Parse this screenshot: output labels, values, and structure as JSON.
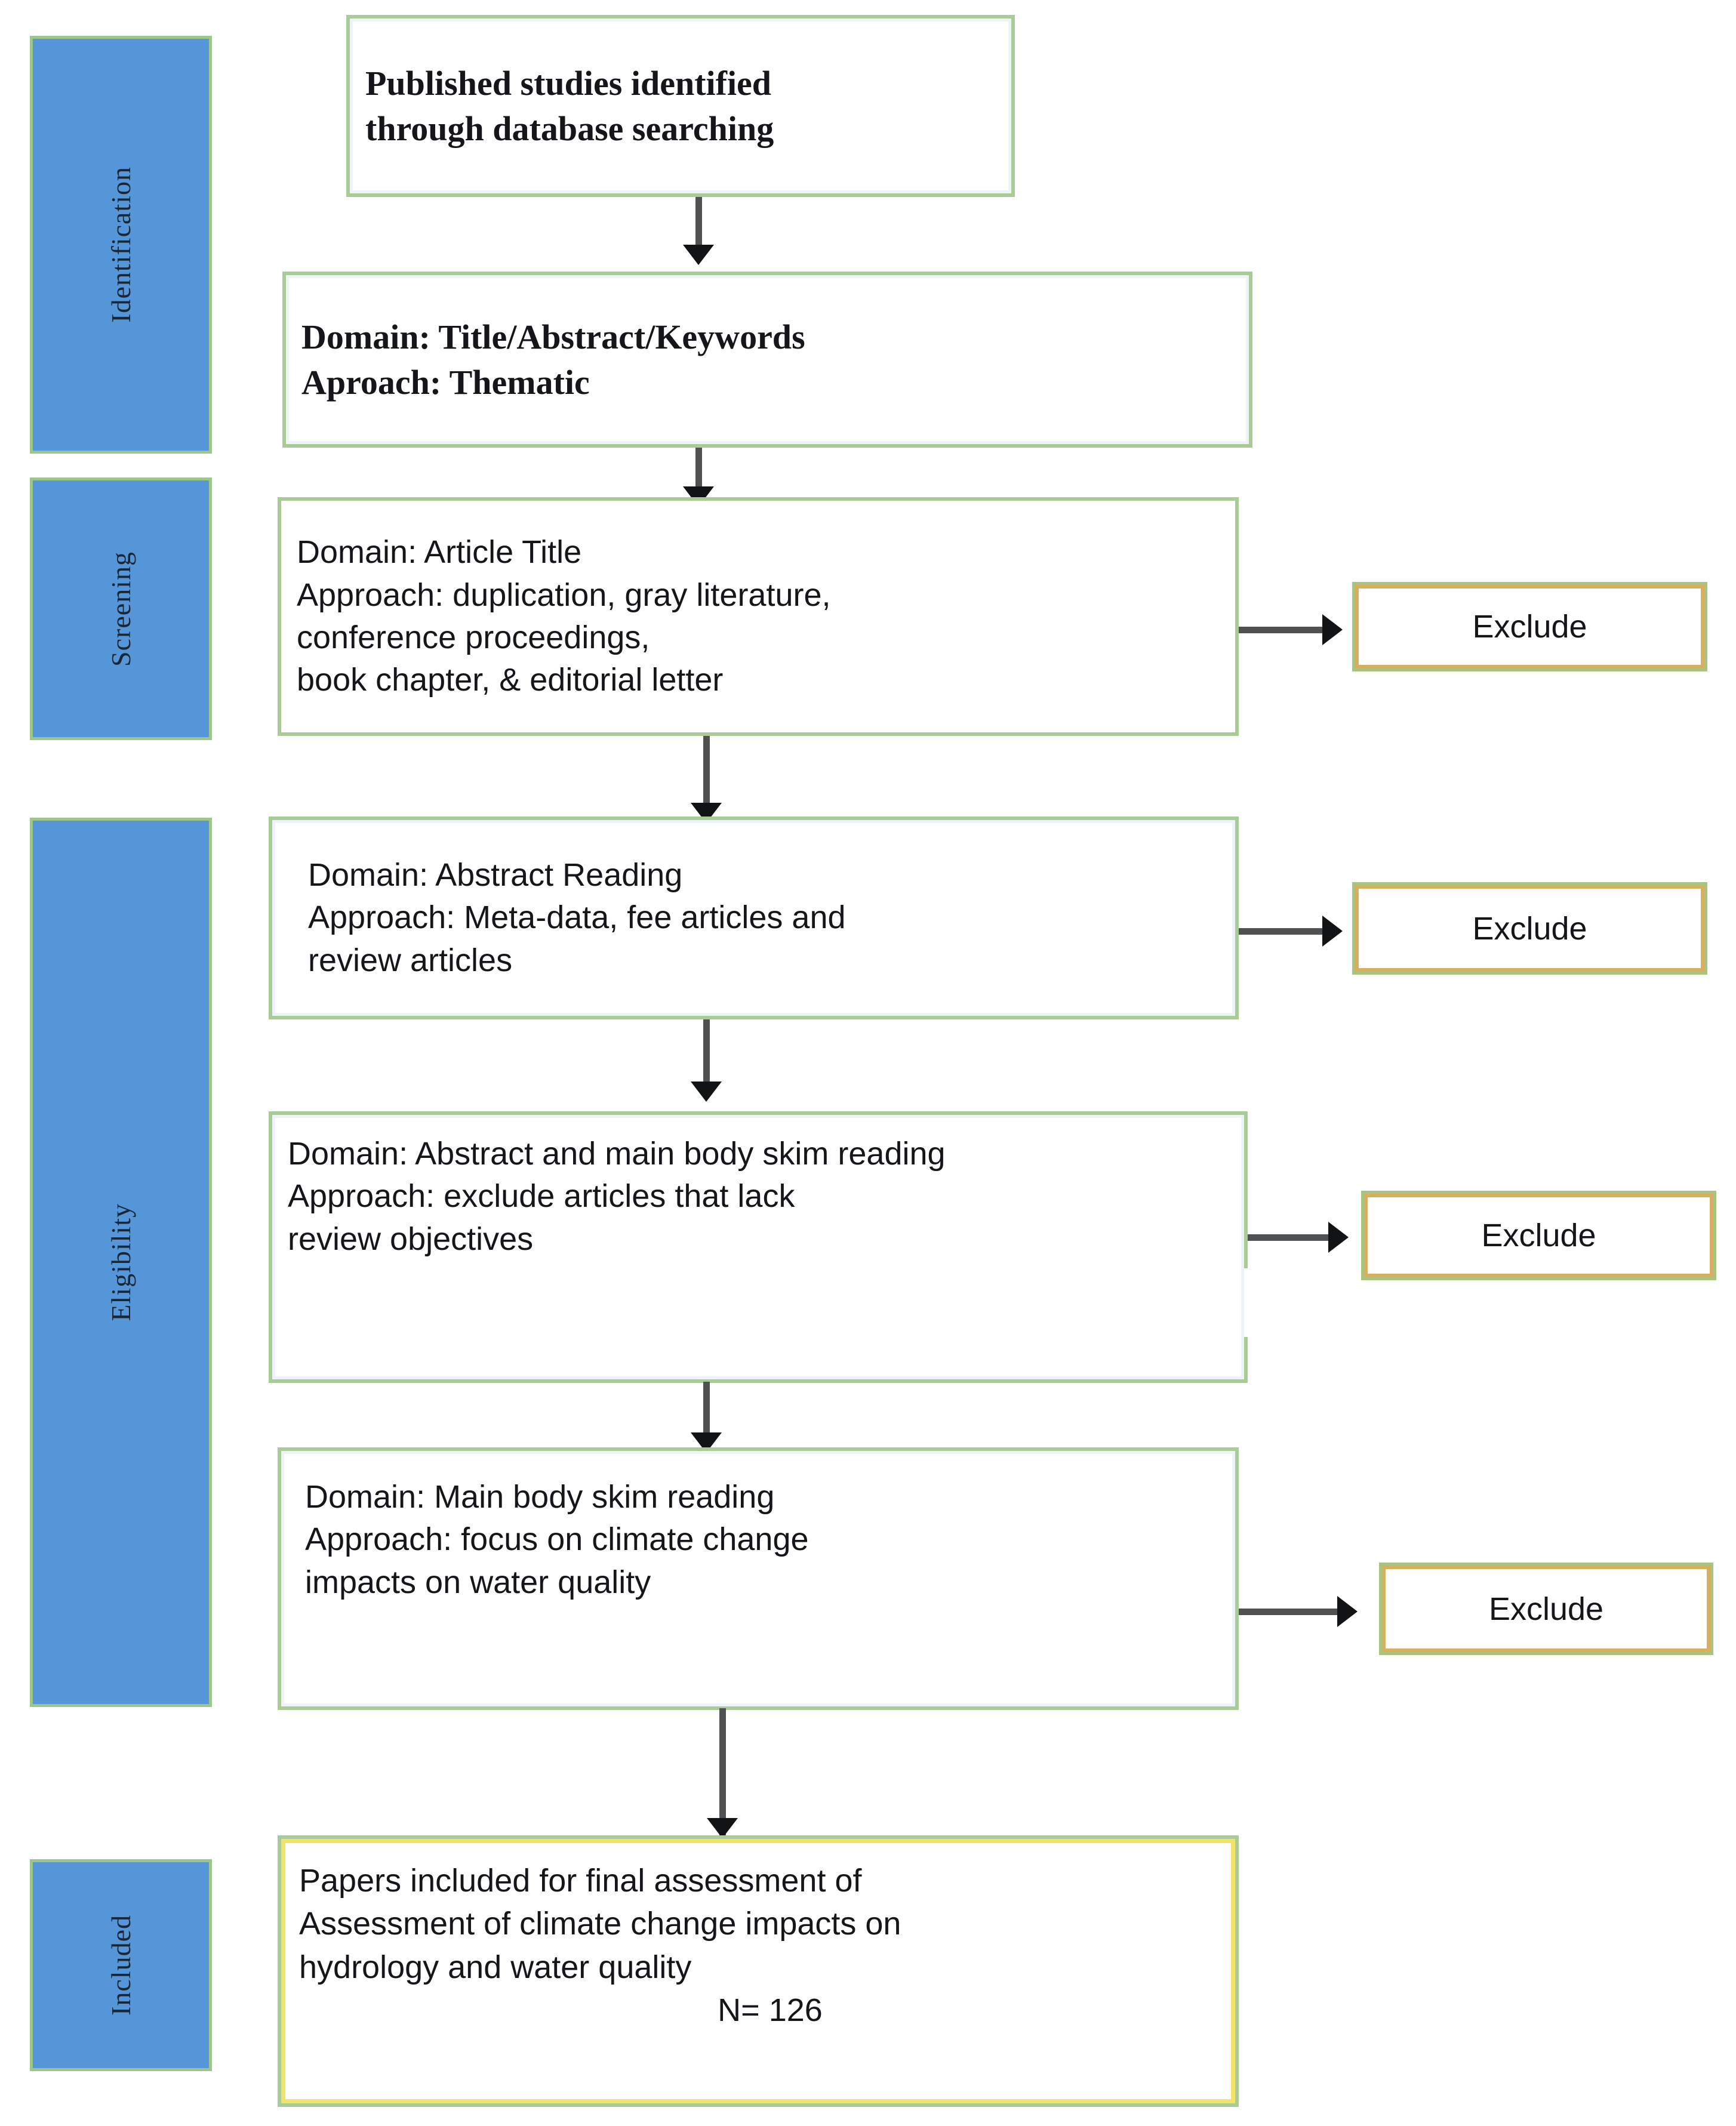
{
  "diagram": {
    "title": "PRISMA study selection flow diagram",
    "colors": {
      "phase_fill": "#5596D8",
      "phase_border": "#9CC68A",
      "process_border": "#A9CC97",
      "exclude_border_outer": "#A9C47E",
      "exclude_border_inner": "#D8AF5C",
      "included_border_inner": "#EFE36A",
      "connector": "#4F5153",
      "text": "#14161A"
    }
  },
  "phases": [
    {
      "id": "identification",
      "label": "Identification"
    },
    {
      "id": "screening",
      "label": "Screening"
    },
    {
      "id": "eligibility",
      "label": "Eligibility"
    },
    {
      "id": "included",
      "label": "Included"
    }
  ],
  "steps": [
    {
      "id": "step-source",
      "lines": [
        "Published studies identified",
        "through database searching"
      ]
    },
    {
      "id": "step-title-abstract-keywords",
      "lines": [
        "Domain:  Title/Abstract/Keywords",
        "Aproach: Thematic"
      ]
    },
    {
      "id": "step-article-title",
      "lines": [
        "Domain: Article Title",
        "Approach: duplication, gray literature,",
        "conference proceedings,",
        "book chapter, & editorial letter"
      ]
    },
    {
      "id": "step-abstract-reading",
      "lines": [
        "Domain: Abstract Reading",
        "Approach: Meta-data, fee articles and",
        "review articles"
      ]
    },
    {
      "id": "step-abstract-main-body",
      "lines": [
        "Domain: Abstract and main body skim reading",
        "Approach: exclude articles that lack",
        "review objectives"
      ]
    },
    {
      "id": "step-main-body",
      "lines": [
        "Domain: Main body skim reading",
        "Approach: focus on climate change",
        "impacts on water quality"
      ]
    }
  ],
  "exclusions": [
    {
      "id": "exclude-1",
      "label": "Exclude"
    },
    {
      "id": "exclude-2",
      "label": "Exclude"
    },
    {
      "id": "exclude-3",
      "label": "Exclude"
    },
    {
      "id": "exclude-4",
      "label": "Exclude"
    }
  ],
  "final": {
    "id": "papers-included",
    "lines": [
      "Papers included for final assessment of",
      "Assessment of climate change impacts on",
      "hydrology and water quality"
    ],
    "count_label": "N= 126"
  }
}
